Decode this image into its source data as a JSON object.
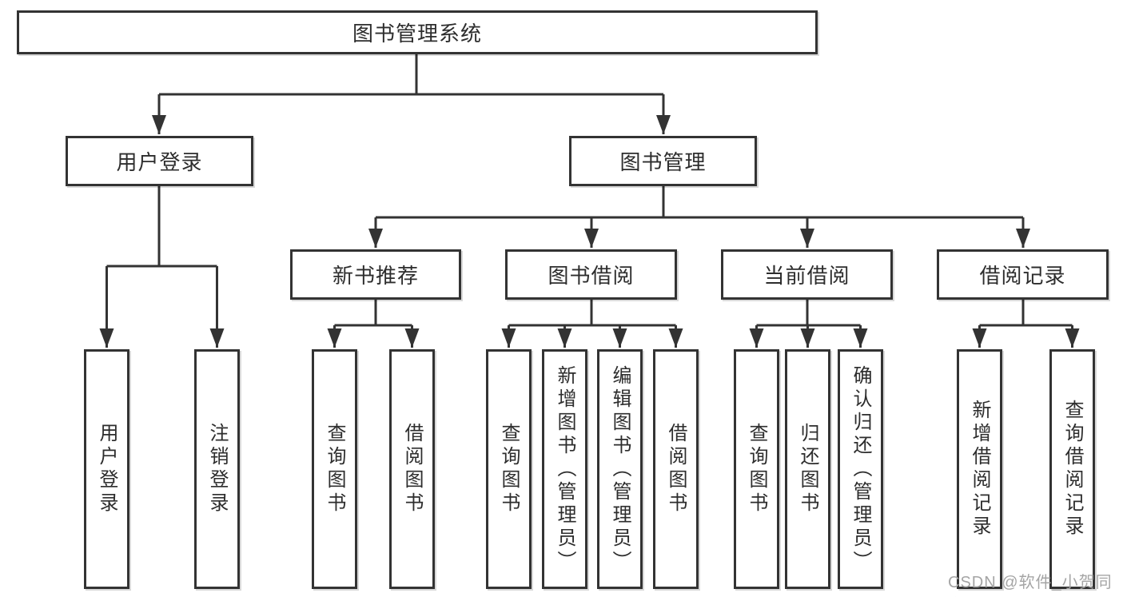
{
  "colors": {
    "line": "#333333",
    "box_border": "#333333",
    "box_fill": "#ffffff",
    "text": "#2d2d2d",
    "watermark": "#a5a5a5",
    "background": "#ffffff"
  },
  "watermark": "CSDN @软件_小贺同学",
  "tree": {
    "root": {
      "label": "图书管理系统"
    },
    "branches": [
      {
        "label": "用户登录",
        "leaves": [
          {
            "label": "用户登录"
          },
          {
            "label": "注销登录"
          }
        ]
      },
      {
        "label": "图书管理",
        "groups": [
          {
            "label": "新书推荐",
            "leaves": [
              {
                "label": "查询图书"
              },
              {
                "label": "借阅图书"
              }
            ]
          },
          {
            "label": "图书借阅",
            "leaves": [
              {
                "label": "查询图书"
              },
              {
                "label": "新增图书（管理员）"
              },
              {
                "label": "编辑图书（管理员）"
              },
              {
                "label": "借阅图书"
              }
            ]
          },
          {
            "label": "当前借阅",
            "leaves": [
              {
                "label": "查询图书"
              },
              {
                "label": "归还图书"
              },
              {
                "label": "确认归还（管理员）"
              }
            ]
          },
          {
            "label": "借阅记录",
            "leaves": [
              {
                "label": "新增借阅记录"
              },
              {
                "label": "查询借阅记录"
              }
            ]
          }
        ]
      }
    ]
  }
}
